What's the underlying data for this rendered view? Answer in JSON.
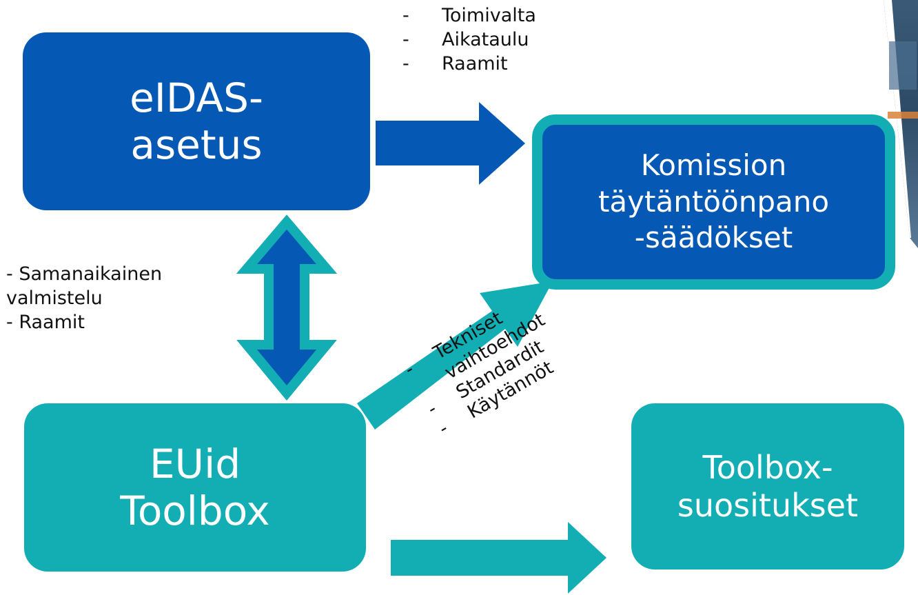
{
  "boxes": {
    "eidas": {
      "lines": [
        "eIDAS-",
        "asetus"
      ],
      "color": "#0558B3"
    },
    "komission": {
      "lines": [
        "Komission",
        "täytäntöönpano",
        "-säädökset"
      ],
      "color": "#0558B3",
      "border_color": "#13AEB4"
    },
    "euid": {
      "lines": [
        "EUid",
        "Toolbox"
      ],
      "color": "#13AEB4"
    },
    "toolbox_suositukset": {
      "lines": [
        "Toolbox-",
        "suositukset"
      ],
      "color": "#13AEB4"
    }
  },
  "notes": {
    "top": {
      "dash": "-",
      "items": [
        "Toimivalta",
        "Aikataulu",
        "Raamit"
      ]
    },
    "left": {
      "lines": [
        "- Samanaikainen",
        "valmistelu",
        "- Raamit"
      ]
    },
    "rotated": {
      "dash": "-",
      "items": [
        "Tekniset",
        "vaihtoehdot",
        "Standardit",
        "Käytännöt"
      ]
    }
  },
  "colors": {
    "dark_blue": "#0558B3",
    "teal": "#13AEB4",
    "text": "#111111"
  },
  "arrows": [
    {
      "name": "arrow-eidas-to-komission",
      "style": "solid",
      "color": "#0558B3"
    },
    {
      "name": "arrow-eidas-euid-bidirectional",
      "style": "outlined",
      "color": "#0558B3",
      "border_color": "#13AEB4"
    },
    {
      "name": "arrow-euid-to-komission",
      "style": "solid",
      "color": "#13AEB4"
    },
    {
      "name": "arrow-euid-to-toolbox",
      "style": "solid",
      "color": "#13AEB4"
    }
  ]
}
